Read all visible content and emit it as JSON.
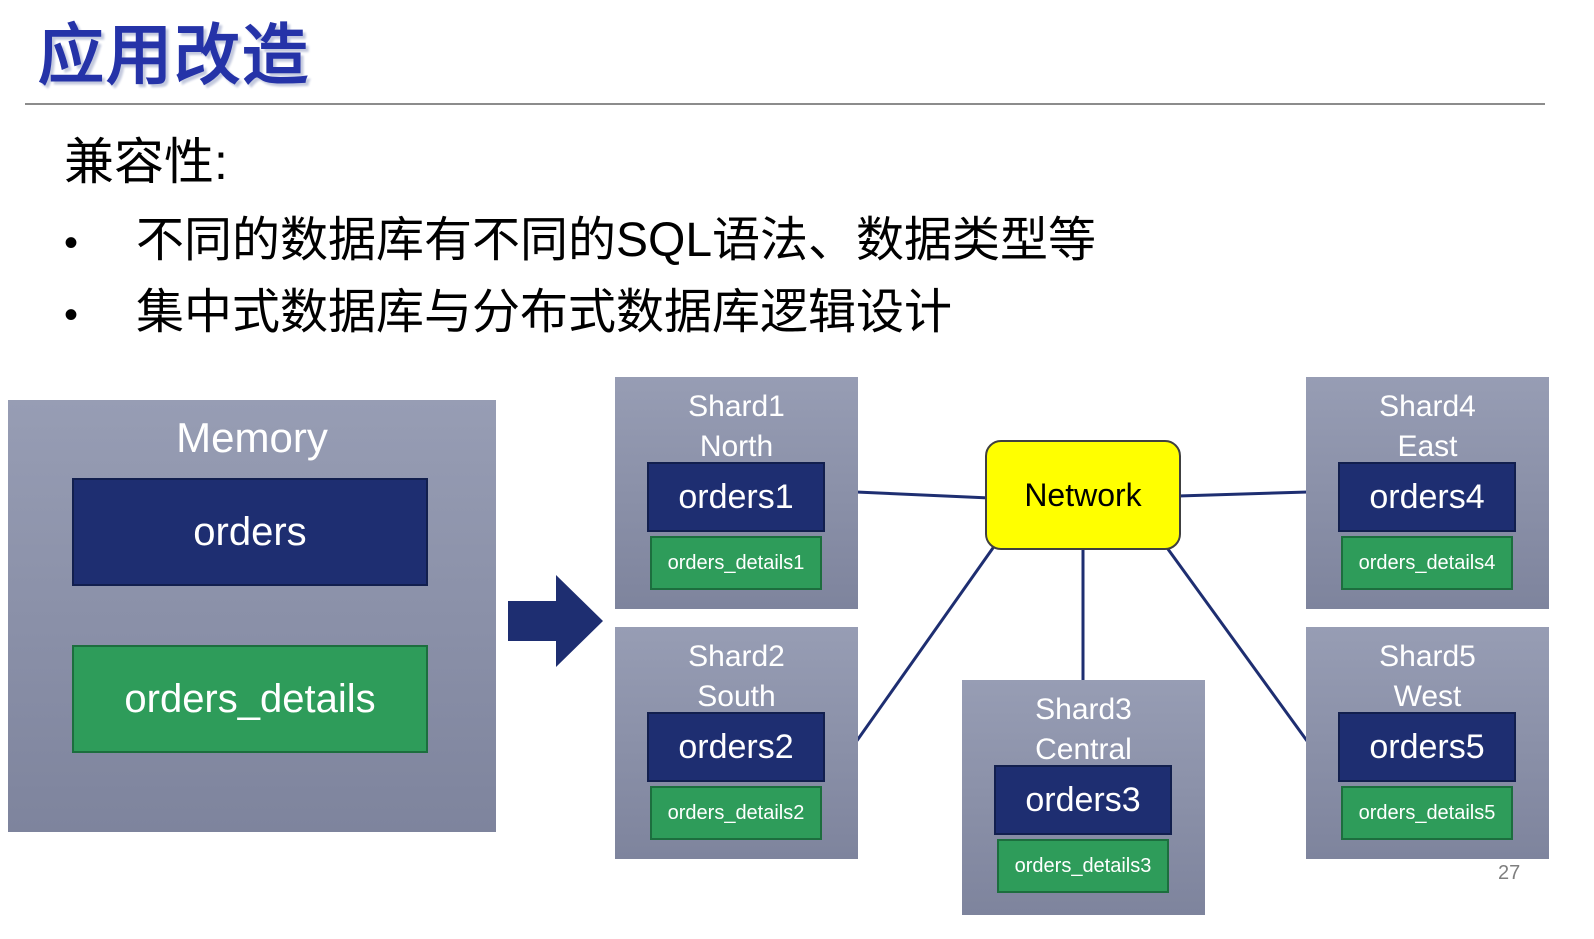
{
  "slide": {
    "title": "应用改造",
    "page_number": "27",
    "bullet_char": "•"
  },
  "body": {
    "heading": "兼容性:",
    "bullets": [
      "不同的数据库有不同的SQL语法、数据类型等",
      "集中式数据库与分布式数据库逻辑设计"
    ]
  },
  "diagram": {
    "memory": {
      "title": "Memory",
      "orders": "orders",
      "details": "orders_details"
    },
    "network": {
      "label": "Network"
    },
    "shards": [
      {
        "name": "Shard1",
        "region": "North",
        "orders": "orders1",
        "details": "orders_details1"
      },
      {
        "name": "Shard2",
        "region": "South",
        "orders": "orders2",
        "details": "orders_details2"
      },
      {
        "name": "Shard3",
        "region": "Central",
        "orders": "orders3",
        "details": "orders_details3"
      },
      {
        "name": "Shard4",
        "region": "East",
        "orders": "orders4",
        "details": "orders_details4"
      },
      {
        "name": "Shard5",
        "region": "West",
        "orders": "orders5",
        "details": "orders_details5"
      }
    ],
    "colors": {
      "title_blue": "#2533a8",
      "navy": "#1e2e71",
      "green": "#2e9c5a",
      "panel_gray": "#878da6",
      "network_yellow": "#ffff00",
      "connector_navy": "#1e2e71"
    }
  }
}
